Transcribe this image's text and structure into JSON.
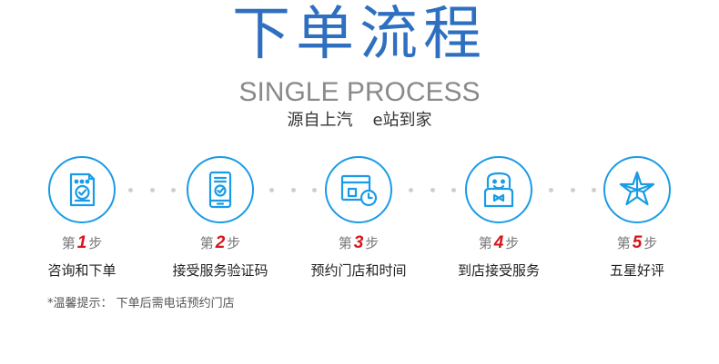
{
  "header": {
    "title": "下单流程",
    "subtitle_en": "SINGLE PROCESS",
    "subtitle_cn_left": "源自上汽",
    "subtitle_cn_right": "e站到家"
  },
  "steps": [
    {
      "prefix": "第",
      "number": "1",
      "suffix": "步",
      "label": "咨询和下单",
      "icon": "order-form-icon"
    },
    {
      "prefix": "第",
      "number": "2",
      "suffix": "步",
      "label": "接受服务验证码",
      "icon": "phone-verify-icon"
    },
    {
      "prefix": "第",
      "number": "3",
      "suffix": "步",
      "label": "预约门店和时间",
      "icon": "store-clock-icon"
    },
    {
      "prefix": "第",
      "number": "4",
      "suffix": "步",
      "label": "到店接受服务",
      "icon": "service-staff-icon"
    },
    {
      "prefix": "第",
      "number": "5",
      "suffix": "步",
      "label": "五星好评",
      "icon": "star-icon"
    }
  ],
  "note": "*温馨提示： 下单后需电话预约门店",
  "colors": {
    "title": "#2f6fc0",
    "accent": "#1a9be6",
    "step_number": "#d9141a"
  }
}
